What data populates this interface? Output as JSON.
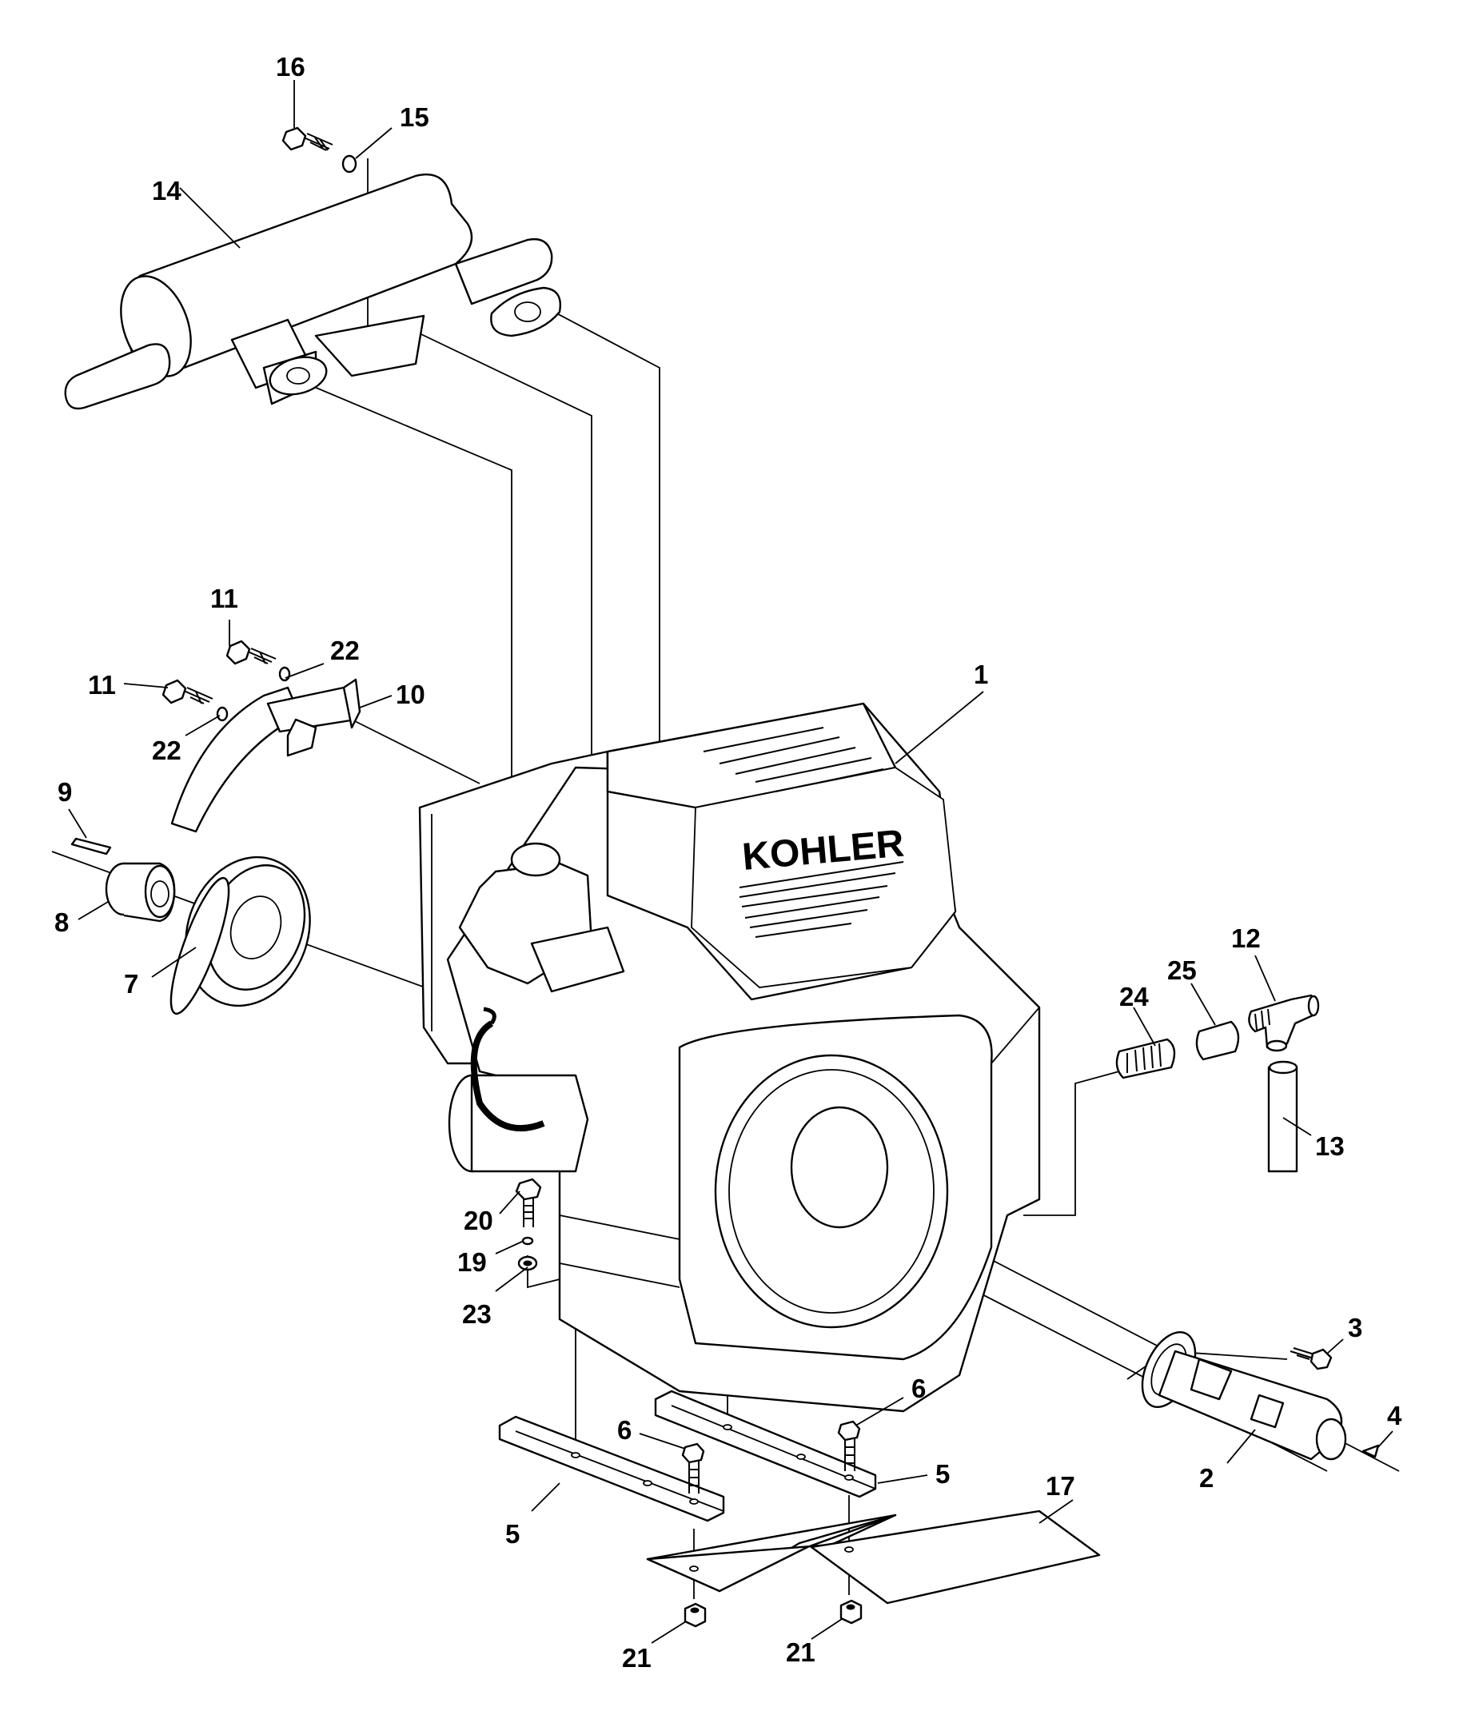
{
  "diagram": {
    "brand_text": "KOHLER",
    "colors": {
      "ink": "#000000",
      "paper": "#ffffff"
    },
    "callouts": [
      {
        "id": "c1",
        "label": "1"
      },
      {
        "id": "c2",
        "label": "2"
      },
      {
        "id": "c3",
        "label": "3"
      },
      {
        "id": "c4",
        "label": "4"
      },
      {
        "id": "c5a",
        "label": "5"
      },
      {
        "id": "c5b",
        "label": "5"
      },
      {
        "id": "c6a",
        "label": "6"
      },
      {
        "id": "c6b",
        "label": "6"
      },
      {
        "id": "c7",
        "label": "7"
      },
      {
        "id": "c8",
        "label": "8"
      },
      {
        "id": "c9",
        "label": "9"
      },
      {
        "id": "c10",
        "label": "10"
      },
      {
        "id": "c11a",
        "label": "11"
      },
      {
        "id": "c11b",
        "label": "11"
      },
      {
        "id": "c12",
        "label": "12"
      },
      {
        "id": "c13",
        "label": "13"
      },
      {
        "id": "c14",
        "label": "14"
      },
      {
        "id": "c15",
        "label": "15"
      },
      {
        "id": "c16",
        "label": "16"
      },
      {
        "id": "c17",
        "label": "17"
      },
      {
        "id": "c19",
        "label": "19"
      },
      {
        "id": "c20",
        "label": "20"
      },
      {
        "id": "c21a",
        "label": "21"
      },
      {
        "id": "c21b",
        "label": "21"
      },
      {
        "id": "c22a",
        "label": "22"
      },
      {
        "id": "c22b",
        "label": "22"
      },
      {
        "id": "c23",
        "label": "23"
      },
      {
        "id": "c24",
        "label": "24"
      },
      {
        "id": "c25",
        "label": "25"
      }
    ]
  }
}
